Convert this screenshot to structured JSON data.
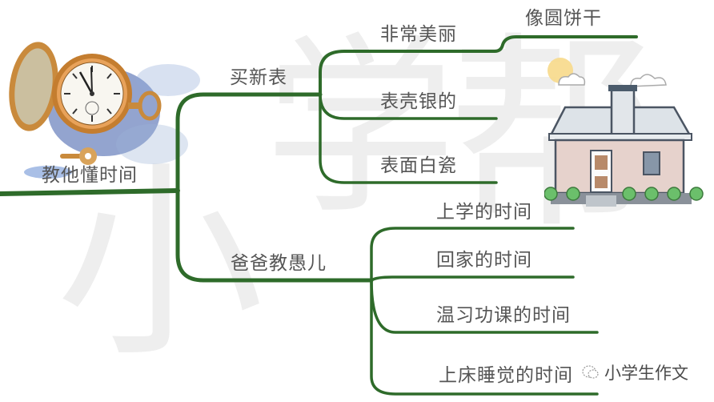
{
  "watermark": {
    "chars": [
      "小",
      "学",
      "帮"
    ]
  },
  "mindmap": {
    "root": {
      "label": "教他懂时间"
    },
    "branches": [
      {
        "label": "买新表",
        "children": [
          {
            "label": "非常美丽",
            "children": [
              {
                "label": "像圆饼干"
              }
            ]
          },
          {
            "label": "表壳银的"
          },
          {
            "label": "表面白瓷"
          }
        ]
      },
      {
        "label": "爸爸教愚儿",
        "children": [
          {
            "label": "上学的时间"
          },
          {
            "label": "回家的时间"
          },
          {
            "label": "温习功课的时间"
          },
          {
            "label": "上床睡觉的时间"
          }
        ]
      }
    ]
  },
  "illustrations": {
    "pocket_watch": "pocket-watch-illustration",
    "house": "house-illustration"
  },
  "brand": {
    "label": "小学生作文",
    "icon": "wechat-icon"
  },
  "colors": {
    "line": "#2e6b2a",
    "text": "#555555",
    "watermark": "#eeeeee"
  }
}
